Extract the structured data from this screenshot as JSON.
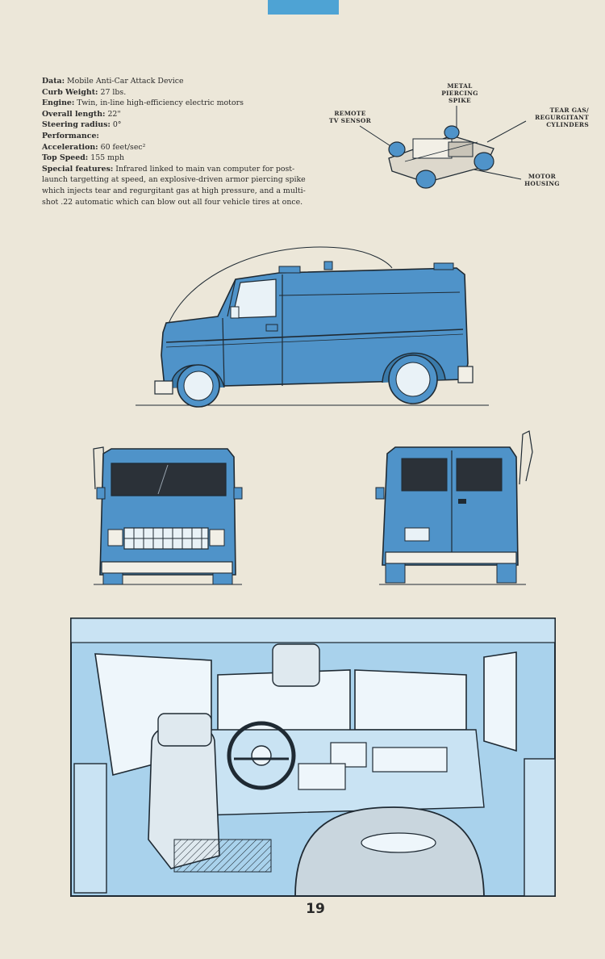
{
  "specs": [
    {
      "label": "Data:",
      "value": " Mobile Anti-Car Attack Device"
    },
    {
      "label": "Curb Weight:",
      "value": " 27 lbs."
    },
    {
      "label": "Engine:",
      "value": " Twin, in-line high-efficiency electric motors"
    },
    {
      "label": "Overall length:",
      "value": " 22\""
    },
    {
      "label": "Steering radius:",
      "value": " 0°"
    },
    {
      "label": "Performance:",
      "value": ""
    },
    {
      "label": "Acceleration:",
      "value": " 60 feet/sec²"
    },
    {
      "label": "Top Speed:",
      "value": " 155 mph"
    },
    {
      "label": "Special features:",
      "value": " Infrared linked to main van computer for post-launch targetting at speed, an explosive-driven armor piercing spike which injects tear and regurgitant gas at high pressure, and a multi-shot .22 automatic which can blow out all four vehicle tires at once."
    }
  ],
  "callouts": {
    "spike": [
      "METAL",
      "PIERCING",
      "SPIKE"
    ],
    "sensor": [
      "REMOTE",
      "TV SENSOR"
    ],
    "gas": [
      "TEAR GAS/",
      "REGURGITANT",
      "CYLINDERS"
    ],
    "motor": [
      "MOTOR",
      "HOUSING"
    ]
  },
  "page_number": "19",
  "colors": {
    "paper": "#ece7d9",
    "van_blue": "#4f93c9",
    "ink": "#1f2a33",
    "interior_blue": "#a9d2ec",
    "tab_blue": "#4ea3d4"
  }
}
